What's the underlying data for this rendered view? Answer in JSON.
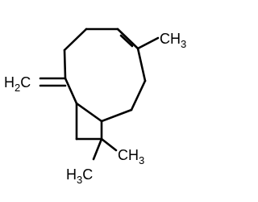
{
  "labels": {
    "methylene": {
      "main": "H",
      "sub": "2",
      "tail": "C"
    },
    "methyl_right": {
      "main": "CH",
      "sub": "3"
    },
    "gem_methyl_right": {
      "main": "CH",
      "sub": "3"
    },
    "gem_methyl_left": {
      "main": "H",
      "sub": "3",
      "tail": "C"
    }
  },
  "colors": {
    "bond": "#000000",
    "label": "#000000",
    "background": "#ffffff"
  }
}
